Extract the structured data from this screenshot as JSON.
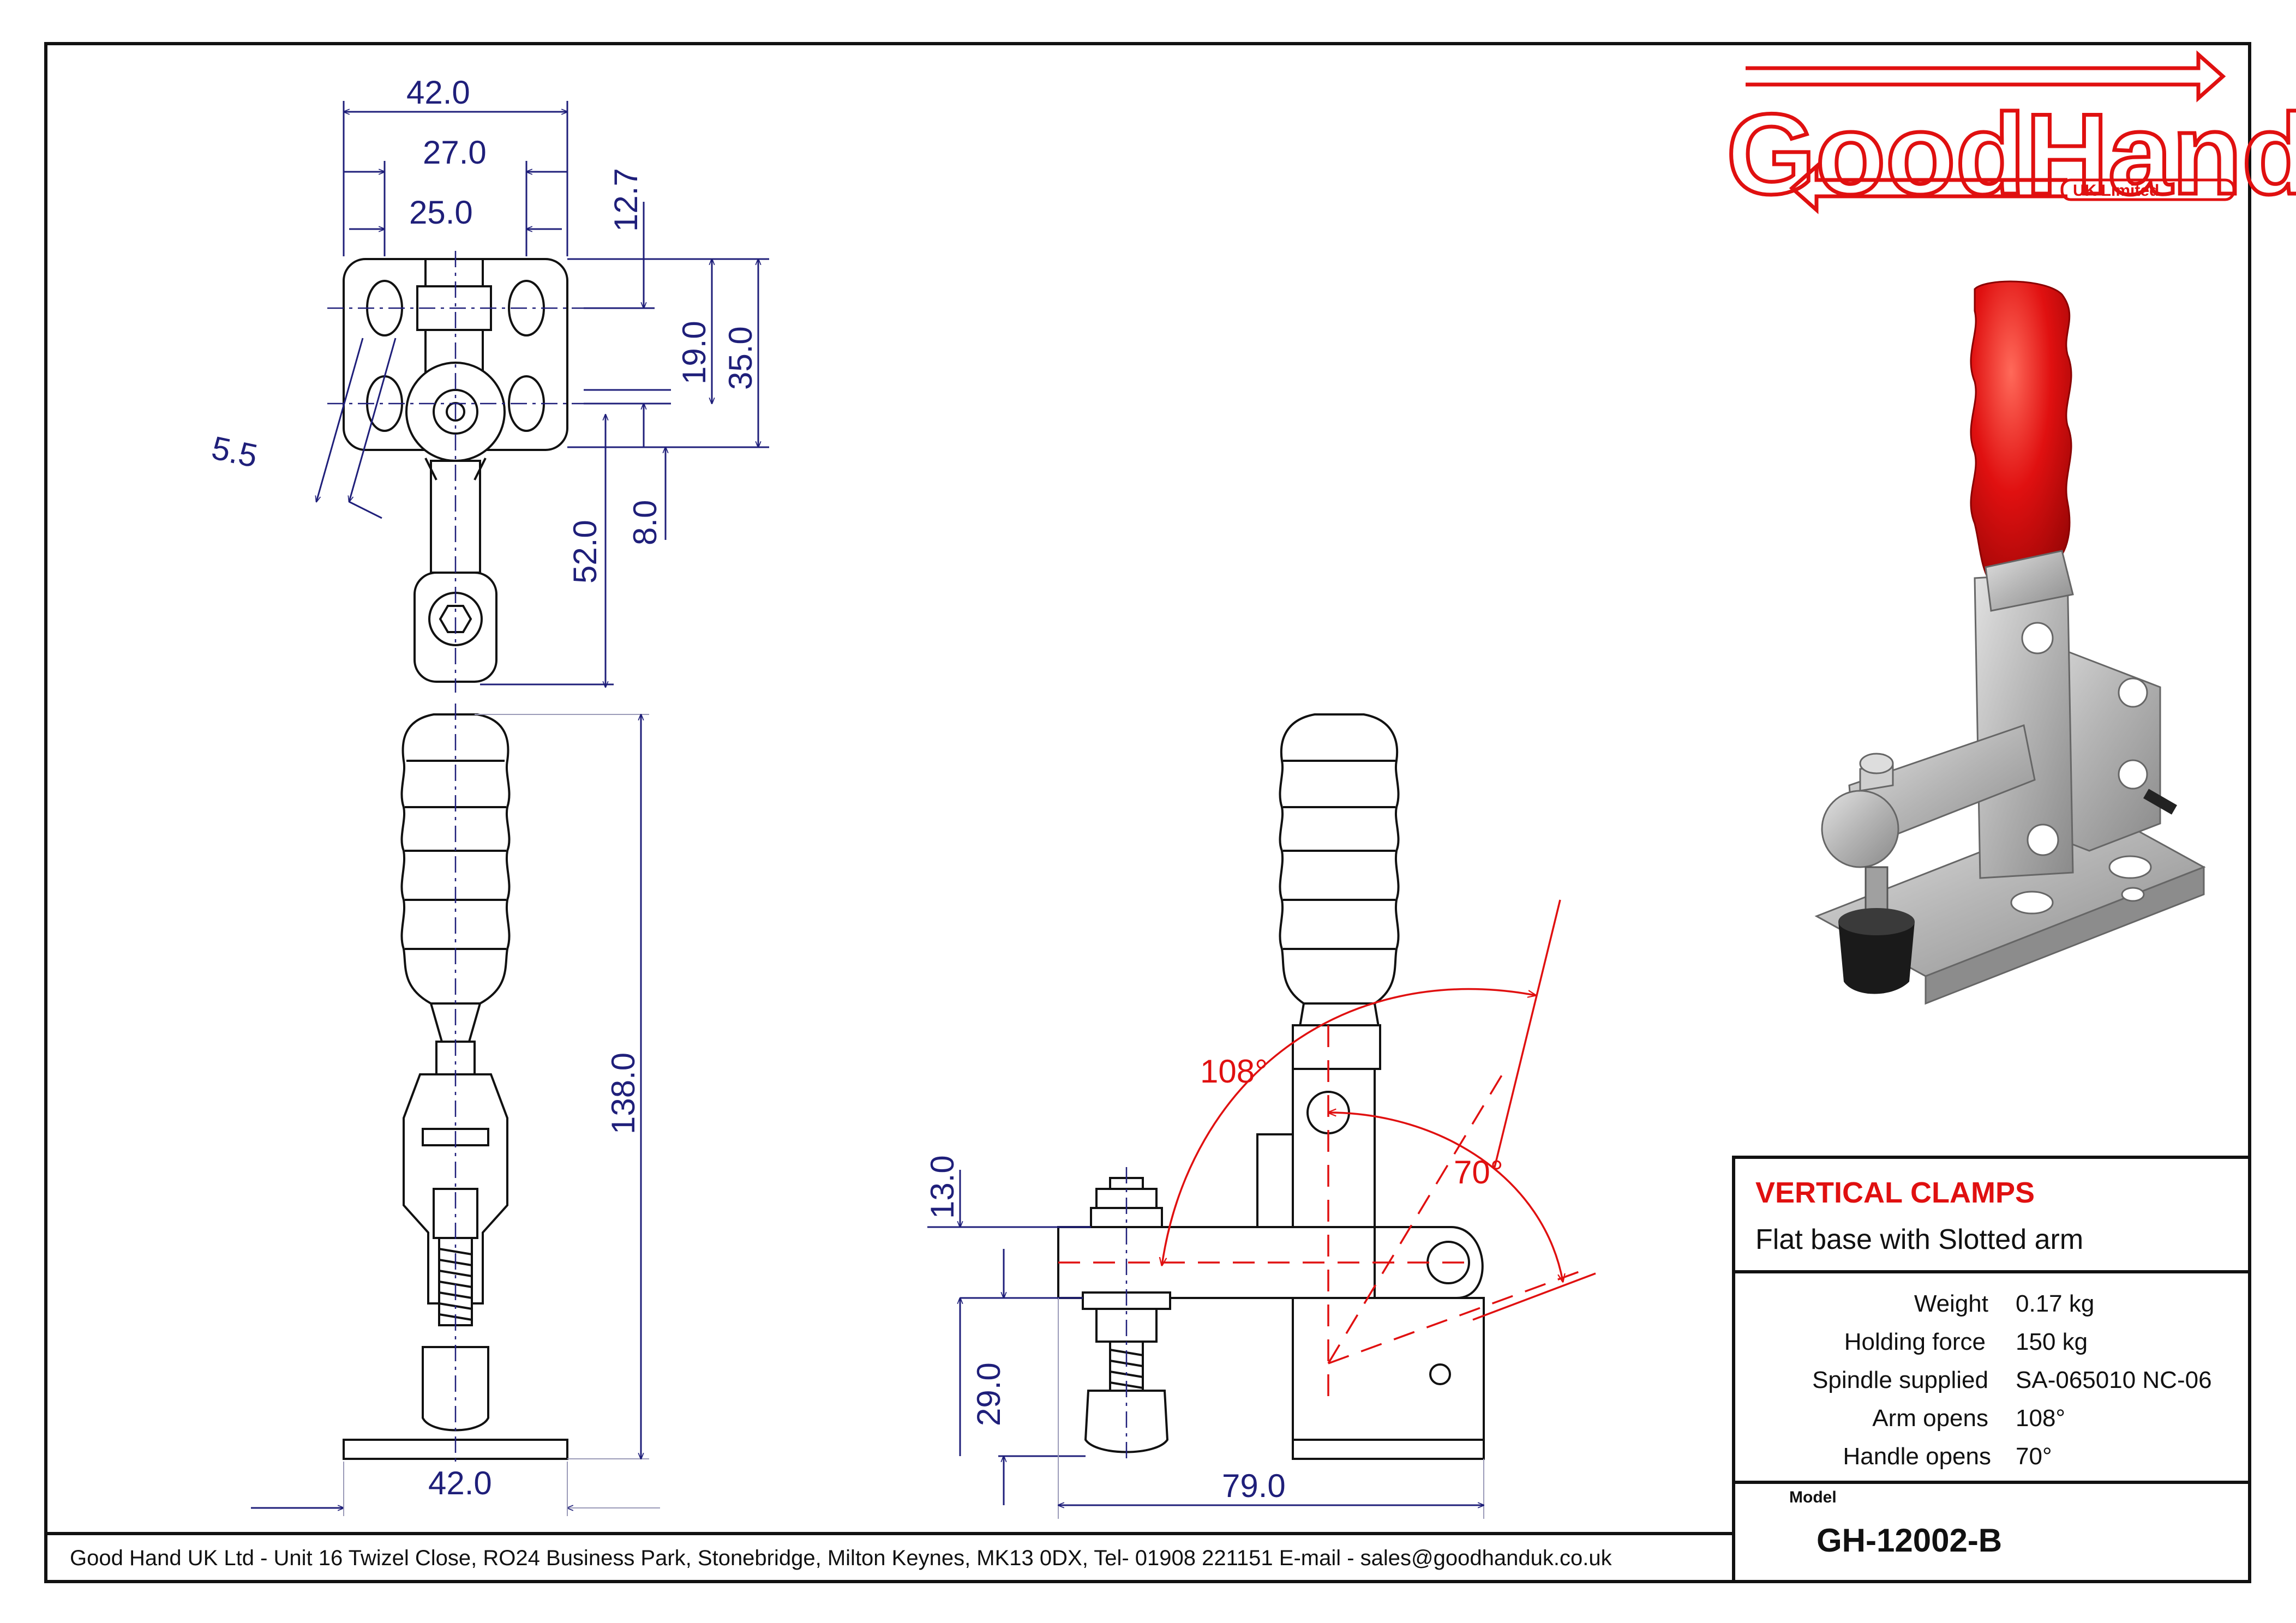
{
  "logo": {
    "brand": "GoodHand",
    "sub": "UK Limited"
  },
  "dimensions": {
    "top_width": "42.0",
    "top_inner": "27.0",
    "top_slot": "25.0",
    "top_h1": "12.7",
    "top_h2": "19.0",
    "top_h3": "35.0",
    "top_hole": "5.5",
    "top_h4": "8.0",
    "top_reach": "52.0",
    "front_height": "138.0",
    "front_base": "42.0",
    "side_13": "13.0",
    "side_29": "29.0",
    "side_79": "79.0"
  },
  "angles": {
    "arm": "108°",
    "handle": "70°"
  },
  "title_block": {
    "title": "VERTICAL CLAMPS",
    "subtitle": "Flat base with Slotted arm",
    "specs": [
      {
        "label": "Weight",
        "value": "0.17 kg"
      },
      {
        "label": "Holding force",
        "value": "150 kg"
      },
      {
        "label": "Spindle supplied",
        "value": "SA-065010 NC-06"
      },
      {
        "label": "Arm opens",
        "value": "108°"
      },
      {
        "label": "Handle opens",
        "value": "70°"
      }
    ],
    "model_label": "Model",
    "model": "GH-12002-B"
  },
  "footer": "Good Hand UK Ltd  - Unit 16 Twizel Close, RO24 Business Park, Stonebridge, Milton Keynes, MK13 0DX,  Tel- 01908 221151  E-mail - sales@goodhanduk.co.uk",
  "colors": {
    "dimension": "#1f1f7a",
    "accent": "#e01010",
    "grip": "#e01010",
    "metal": "#b8b8b8"
  }
}
